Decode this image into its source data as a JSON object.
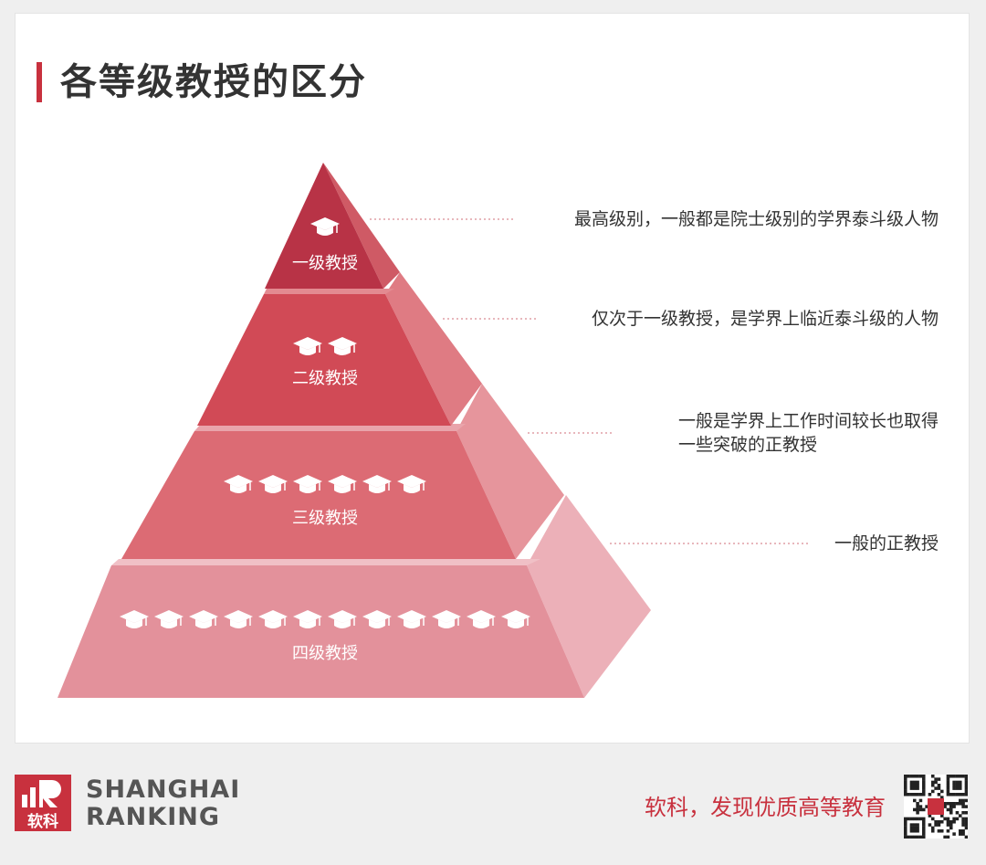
{
  "title": "各等级教授的区分",
  "tiers": [
    {
      "label": "一级教授",
      "caps": 1,
      "desc": [
        "最高级别，一般都是院士级别的学界泰斗级人物"
      ]
    },
    {
      "label": "二级教授",
      "caps": 2,
      "desc": [
        "仅次于一级教授，是学界上临近泰斗级的人物"
      ]
    },
    {
      "label": "三级教授",
      "caps": 6,
      "desc": [
        "一般是学界上工作时间较长也取得",
        "一些突破的正教授"
      ]
    },
    {
      "label": "四级教授",
      "caps": 12,
      "desc": [
        "一般的正教授"
      ]
    }
  ],
  "footer": {
    "logo_text": "软科",
    "brand_line1": "SHANGHAI",
    "brand_line2": "RANKING",
    "slogan": "软科，发现优质高等教育"
  },
  "colors": {
    "accent": "#c8313e",
    "tier_front": [
      "#b83346",
      "#d14a56",
      "#dc6b74",
      "#e3919b"
    ],
    "tier_side": [
      "#cf5a65",
      "#df7b83",
      "#e6959c",
      "#ecb0b8"
    ]
  },
  "icons": {
    "cap": "graduation-cap-icon",
    "qr": "qr-code-icon"
  }
}
